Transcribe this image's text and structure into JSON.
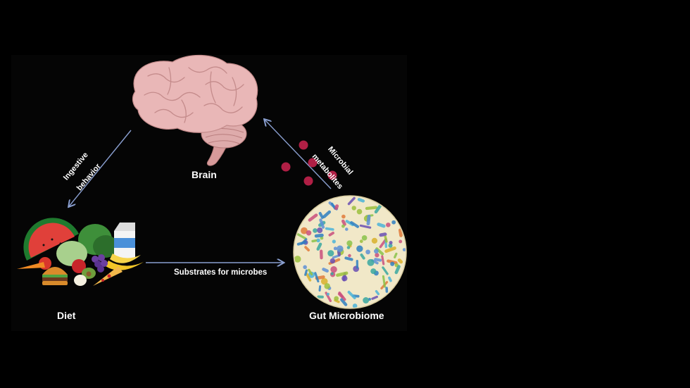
{
  "nodes": {
    "brain": {
      "label": "Brain"
    },
    "diet": {
      "label": "Diet"
    },
    "gut": {
      "label": "Gut Microbiome"
    }
  },
  "edges": {
    "ingestive": {
      "line1": "Ingestive",
      "line2": "behavior"
    },
    "metabolites": {
      "line1": "Microbial",
      "line2": "metabolites"
    },
    "substrates": {
      "label": "Substrates for microbes"
    }
  },
  "colors": {
    "background": "#000000",
    "arrow": "#8a9fd0",
    "brain": "#e9b7b7",
    "metabolite_dot": "#b01f45",
    "microbiome_bg": "#f1e8c8"
  }
}
